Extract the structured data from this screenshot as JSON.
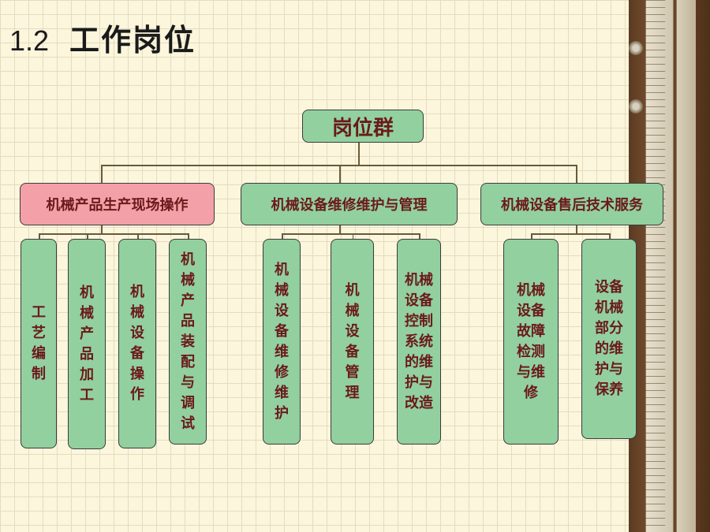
{
  "title": {
    "number": "1.2",
    "text": "工作岗位"
  },
  "root": {
    "label": "岗位群"
  },
  "groups": [
    {
      "label": "机械产品生产现场操作",
      "highlight": true,
      "children": [
        {
          "label": "工艺编制",
          "lines": [
            "工",
            "艺",
            "编",
            "制"
          ]
        },
        {
          "label": "机械产品加工",
          "lines": [
            "机",
            "械",
            "产",
            "品",
            "加",
            "工"
          ]
        },
        {
          "label": "机械设备操作",
          "lines": [
            "机",
            "械",
            "设",
            "备",
            "操",
            "作"
          ]
        },
        {
          "label": "机械产品装配与调试",
          "lines": [
            "机",
            "械",
            "产",
            "品",
            "装",
            "配",
            "与",
            "调",
            "试"
          ]
        }
      ]
    },
    {
      "label": "机械设备维修维护与管理",
      "highlight": false,
      "children": [
        {
          "label": "机械设备维修维护",
          "lines": [
            "机",
            "械",
            "设",
            "备",
            "维",
            "修",
            "维",
            "护"
          ]
        },
        {
          "label": "机械设备管理",
          "lines": [
            "机",
            "械",
            "设",
            "备",
            "管",
            "理"
          ]
        },
        {
          "label": "机械设备控制系统的维护与改造",
          "lines": [
            "机械",
            "设备",
            "控制",
            "系统",
            "的维",
            "护与",
            "改造"
          ]
        }
      ]
    },
    {
      "label": "机械设备售后技术服务",
      "highlight": false,
      "children": [
        {
          "label": "机械设备故障检测与维修",
          "lines": [
            "机械",
            "设备",
            "故障",
            "检测",
            "与维",
            "修"
          ]
        },
        {
          "label": "设备机械部分的维护与保养",
          "lines": [
            "设备",
            "机械",
            "部分",
            "的维",
            "护与",
            "保养"
          ]
        }
      ]
    }
  ],
  "colors": {
    "box_fill": "#92d0a0",
    "highlight_fill": "#f4a0a8",
    "text": "#6b1a1a",
    "background": "#fbf6dc"
  }
}
